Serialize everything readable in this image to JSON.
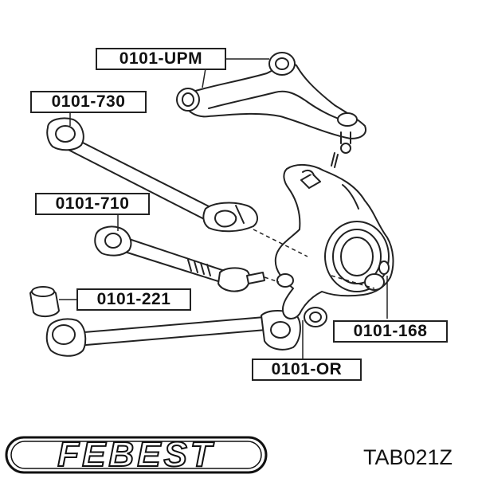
{
  "callouts": {
    "upm": "0101-UPM",
    "c730": "0101-730",
    "c710": "0101-710",
    "c221": "0101-221",
    "c168": "0101-168",
    "or": "0101-OR"
  },
  "brand": {
    "logo": "FEBEST",
    "part_number": "TAB021Z"
  }
}
